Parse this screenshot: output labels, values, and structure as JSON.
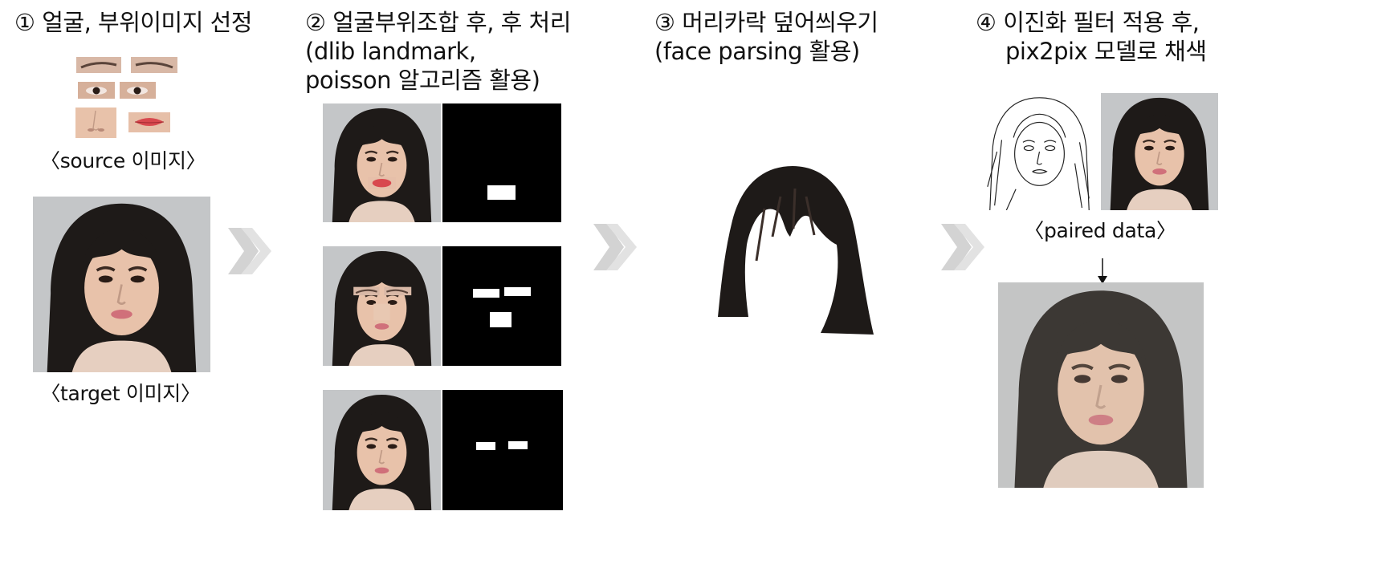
{
  "steps": [
    {
      "title": "① 얼굴, 부위이미지 선정",
      "captions": [
        "〈source 이미지〉",
        "〈target 이미지〉"
      ]
    },
    {
      "title_lines": [
        "② 얼굴부위조합 후, 후 처리",
        "(dlib landmark,",
        "poisson 알고리즘 활용)"
      ]
    },
    {
      "title_lines": [
        "③ 머리카락 덮어씌우기",
        "(face parsing 활용)"
      ]
    },
    {
      "title_lines": [
        "④ 이진화 필터 적용 후,",
        "pix2pix 모델로 채색"
      ],
      "caption": "〈paired data〉"
    }
  ],
  "source_parts": [
    "eyebrow-left",
    "eyebrow-right",
    "eye-left",
    "eye-right",
    "nose",
    "lips"
  ],
  "combination_rows": [
    {
      "replaced_parts": [
        "lips"
      ]
    },
    {
      "replaced_parts": [
        "eyebrows",
        "nose"
      ]
    },
    {
      "replaced_parts": [
        "eyes"
      ]
    }
  ],
  "colors": {
    "photo_bg": "#c4c6c8",
    "hair": "#1e1a18",
    "skin": "#e8c2aa",
    "lips": "#d8484e",
    "mask_bg": "#000000",
    "mask_fg": "#ffffff",
    "arrow": "#d3d3d3"
  }
}
